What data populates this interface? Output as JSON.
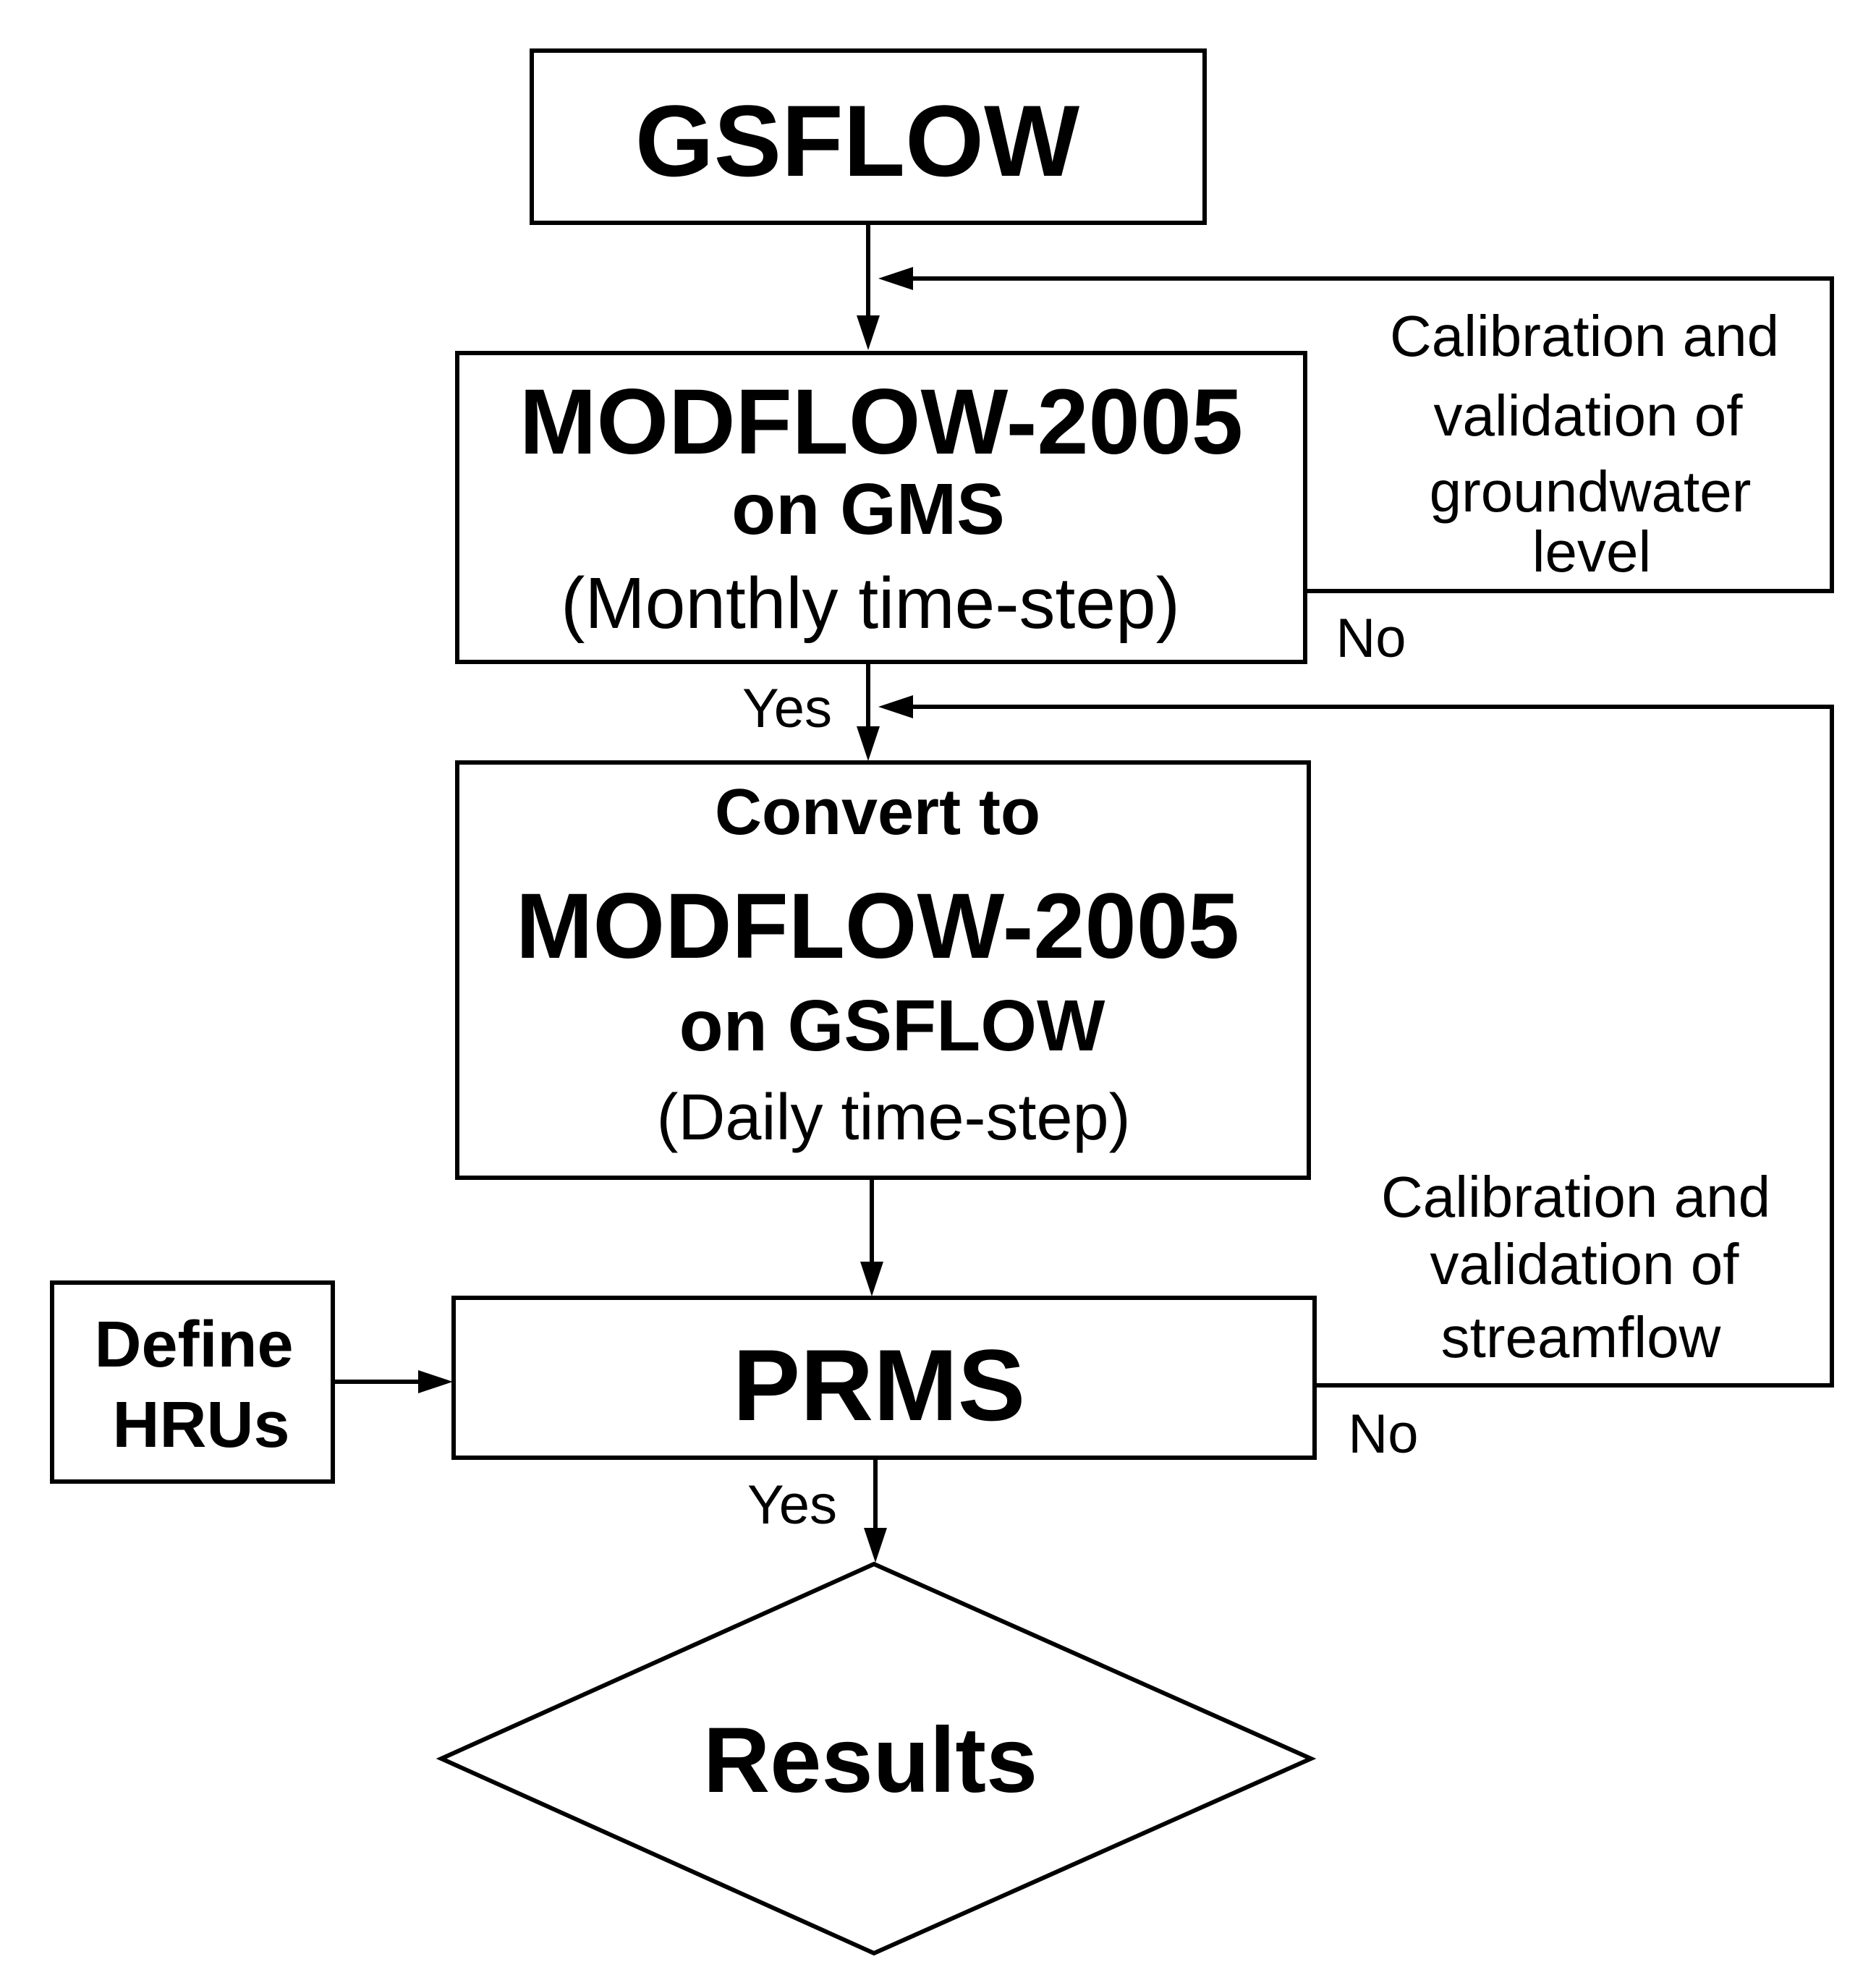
{
  "nodes": {
    "gsflow": {
      "label": "GSFLOW"
    },
    "modflow_gms": {
      "line1": "MODFLOW-2005",
      "line2": "on GMS",
      "line3": "(Monthly time-step)"
    },
    "convert": {
      "line1": "Convert to",
      "line2": "MODFLOW-2005",
      "line3": "on GSFLOW",
      "line4": "(Daily time-step)"
    },
    "define_hrus": {
      "line1": "Define",
      "line2": "HRUs"
    },
    "prms": {
      "label": "PRMS"
    },
    "results": {
      "label": "Results"
    }
  },
  "loops": {
    "groundwater": {
      "line1": "Calibration and",
      "line2": "validation of",
      "line3": "groundwater",
      "line4": "level",
      "no_label": "No"
    },
    "streamflow": {
      "line1": "Calibration and",
      "line2": "validation of",
      "line3": "streamflow",
      "no_label": "No"
    }
  },
  "edges": {
    "modflow_yes": "Yes",
    "prms_yes": "Yes"
  }
}
